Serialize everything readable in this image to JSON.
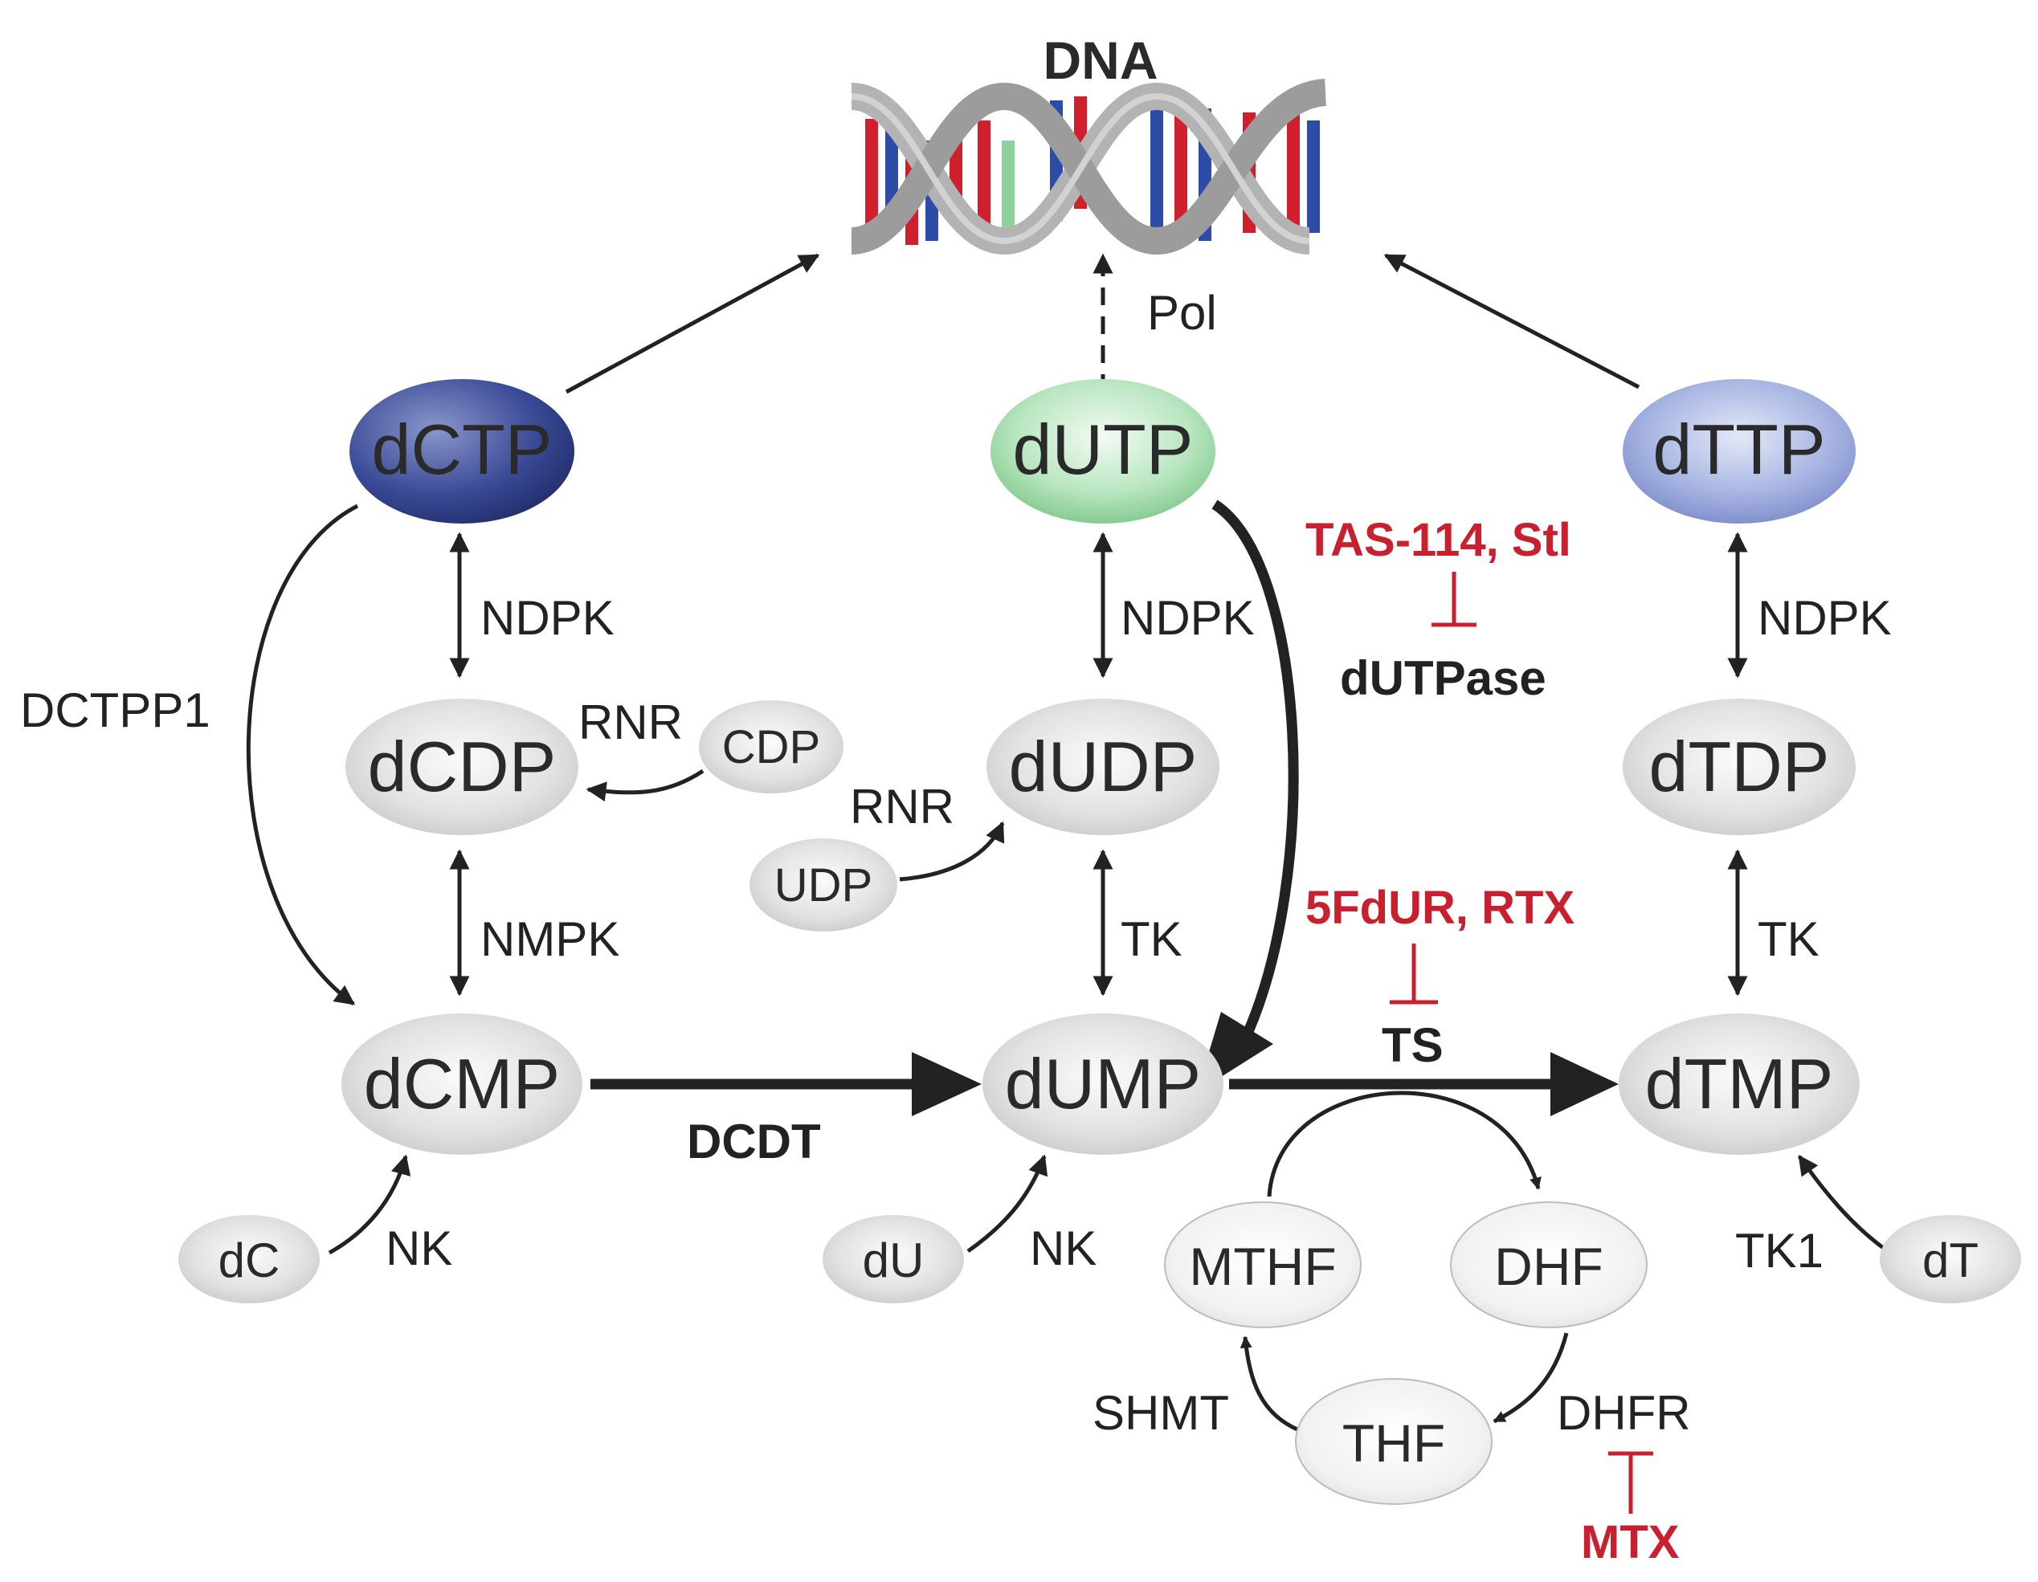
{
  "title": "DNA",
  "nodes": {
    "dCTP": "dCTP",
    "dUTP": "dUTP",
    "dTTP": "dTTP",
    "dCDP": "dCDP",
    "dUDP": "dUDP",
    "dTDP": "dTDP",
    "dCMP": "dCMP",
    "dUMP": "dUMP",
    "dTMP": "dTMP",
    "CDP": "CDP",
    "UDP": "UDP",
    "dC": "dC",
    "dU": "dU",
    "dT": "dT",
    "MTHF": "MTHF",
    "DHF": "DHF",
    "THF": "THF"
  },
  "enzymes": {
    "pol": "Pol",
    "ndpk_c": "NDPK",
    "ndpk_u": "NDPK",
    "ndpk_t": "NDPK",
    "nmpk": "NMPK",
    "tk_u": "TK",
    "tk_t": "TK",
    "rnr_c": "RNR",
    "rnr_u": "RNR",
    "dctpp1": "DCTPP1",
    "dcdt": "DCDT",
    "ts": "TS",
    "dutpase": "dUTPase",
    "nk_c": "NK",
    "nk_u": "NK",
    "tk1": "TK1",
    "shmt": "SHMT",
    "dhfr": "DHFR"
  },
  "inhibitors": {
    "dutpase": "TAS-114, Stl",
    "ts": "5FdUR, RTX",
    "dhfr": "MTX"
  },
  "colors": {
    "dCTP": "#3a4a96",
    "dUTP": "#8fd19a",
    "dTTP": "#8e9ed6",
    "grey_node": "#d9d9d9",
    "inhibitor": "#c8202e",
    "dna_red": "#d0202e",
    "dna_blue": "#2c4ca8",
    "dna_backbone": "#b0b0b0"
  }
}
